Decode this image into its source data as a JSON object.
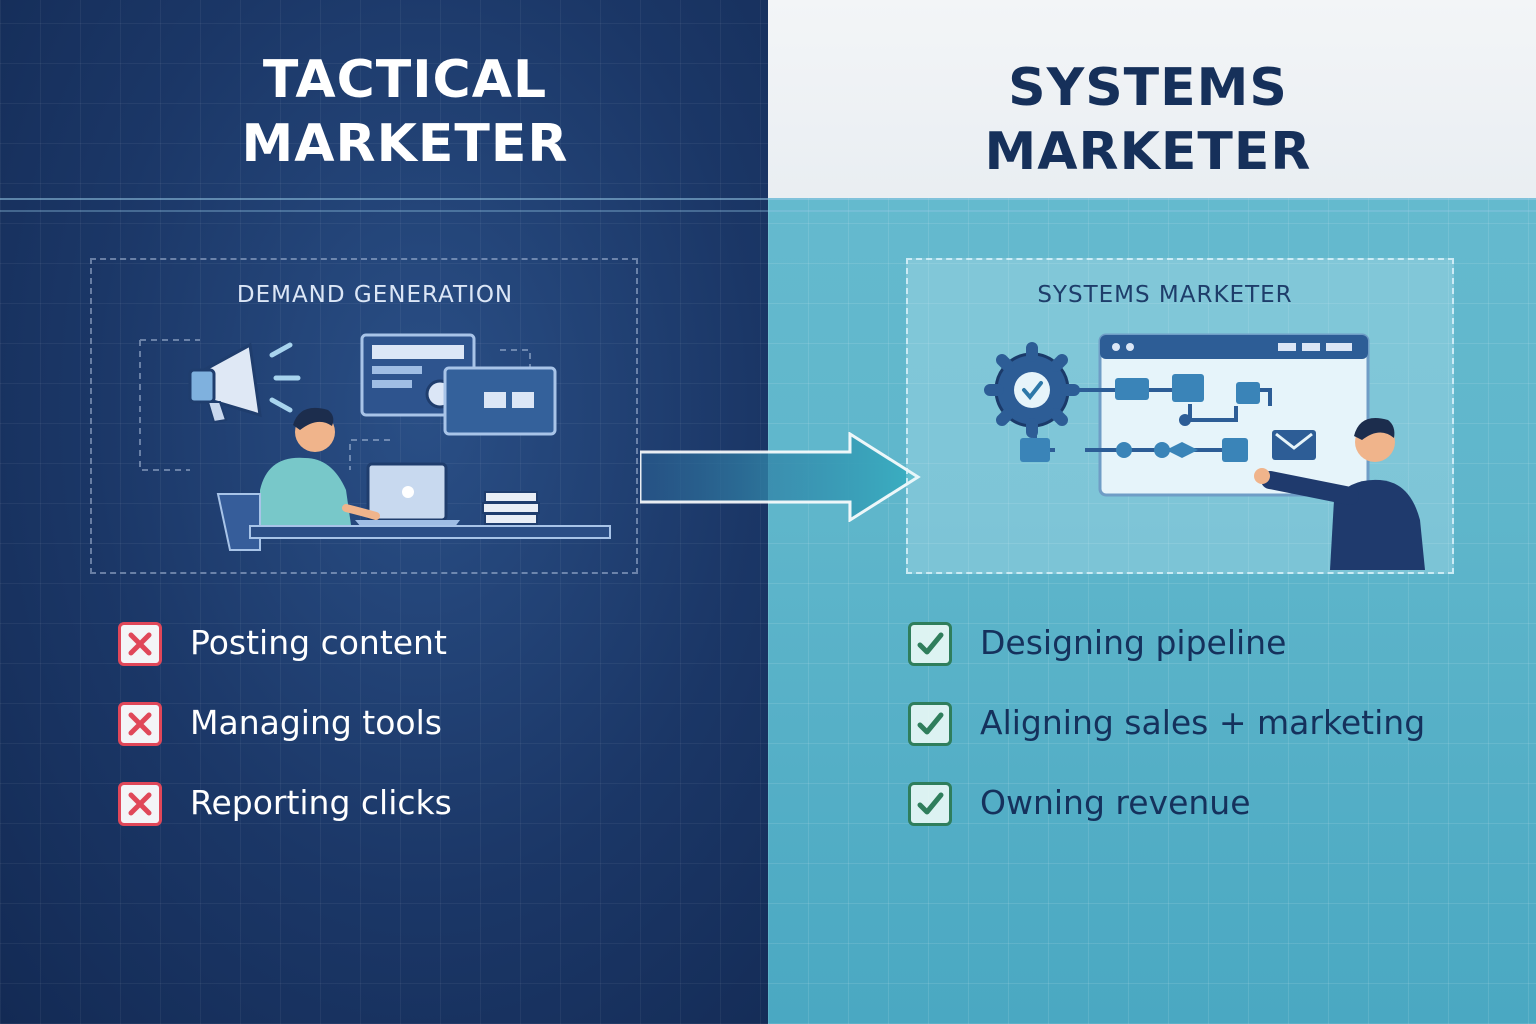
{
  "left": {
    "title_line1": "TACTICAL",
    "title_line2": "MARKETER",
    "caption": "DEMAND GENERATION",
    "items": [
      {
        "label": "Posting content",
        "status": "x"
      },
      {
        "label": "Managing tools",
        "status": "x"
      },
      {
        "label": "Reporting clicks",
        "status": "x"
      }
    ]
  },
  "right": {
    "title_line1": "SYSTEMS",
    "title_line2": "MARKETER",
    "caption": "SYSTEMS MARKETER",
    "items": [
      {
        "label": "Designing pipeline",
        "status": "check"
      },
      {
        "label": "Aligning sales + marketing",
        "status": "check"
      },
      {
        "label": "Owning revenue",
        "status": "check"
      }
    ]
  },
  "colors": {
    "left_bg": "#1b3767",
    "right_bg": "#5fb6cb",
    "header_right_bg": "#eef2f5",
    "cross": "#e04759",
    "check": "#2f7e5c",
    "arrow": "#3aa9bf"
  },
  "icons": [
    "megaphone-icon",
    "laptop-icon",
    "gear-icon",
    "email-icon",
    "cross-icon",
    "checkmark-icon",
    "arrow-right-icon"
  ]
}
